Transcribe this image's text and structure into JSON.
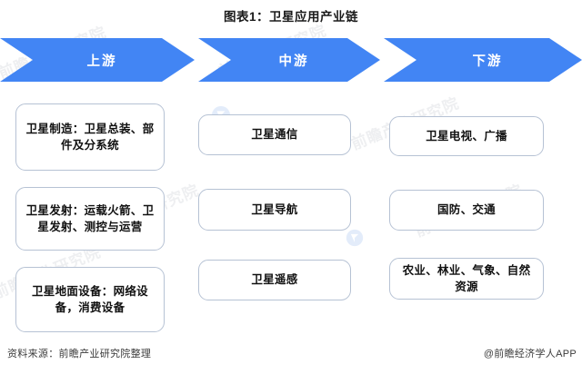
{
  "title": "图表1：卫星应用产业链",
  "stages": [
    {
      "label": "上游",
      "color": "#4285f4"
    },
    {
      "label": "中游",
      "color": "#4285f4"
    },
    {
      "label": "下游",
      "color": "#4285f4"
    }
  ],
  "columns": {
    "upstream": {
      "items": [
        {
          "text": "卫星制造：卫星总装、部件及分系统"
        },
        {
          "text": "卫星发射：运载火箭、卫星发射、测控与运营"
        },
        {
          "text": "卫星地面设备：网络设备，消费设备"
        }
      ]
    },
    "midstream": {
      "items": [
        {
          "text": "卫星通信"
        },
        {
          "text": "卫星导航"
        },
        {
          "text": "卫星遥感"
        }
      ]
    },
    "downstream": {
      "items": [
        {
          "text": "卫星电视、广播"
        },
        {
          "text": "国防、交通"
        },
        {
          "text": "农业、林业、气象、自然资源"
        }
      ]
    }
  },
  "footer": {
    "source": "资料来源：前瞻产业研究院整理",
    "credit": "@前瞻经济学人APP"
  },
  "watermarks": {
    "text_a": "前瞻产业研究院",
    "text_b": "前瞻产业研究院",
    "text_c": "前瞻产业研究院",
    "text_d": "前瞻产业研究院",
    "text_e": "前瞻产业研究院",
    "text_f": "前瞻产业研究院"
  },
  "colors": {
    "arrow_blue": "#4285f4",
    "box_border": "#b6c2d4",
    "text": "#111111",
    "background": "#ffffff"
  }
}
